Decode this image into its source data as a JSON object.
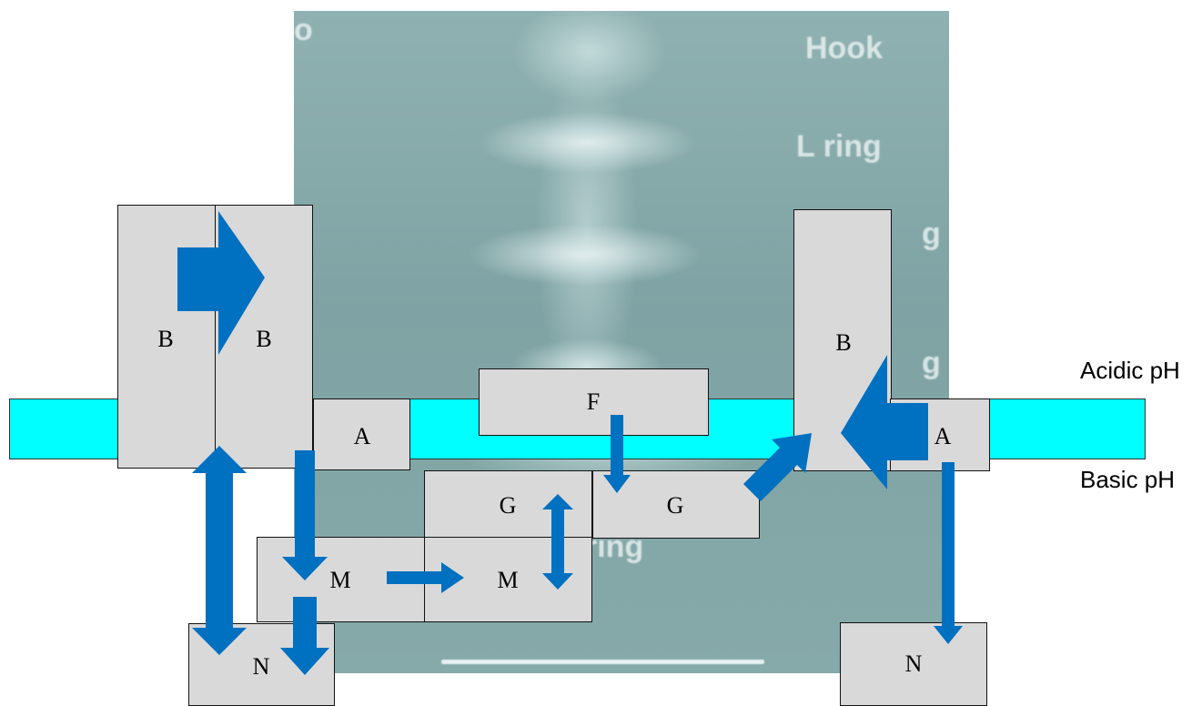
{
  "micrograph": {
    "labels": {
      "top": "Hook",
      "second": "L ring",
      "third": "g",
      "fourth": "g",
      "lower": "ring",
      "corner": "o"
    }
  },
  "side_labels": {
    "acidic": "Acidic pH",
    "basic": "Basic pH"
  },
  "boxes": {
    "b_left_1": "B",
    "b_left_2": "B",
    "a_left": "A",
    "f": "F",
    "g_left": "G",
    "g_right": "G",
    "m_left": "M",
    "m_right": "M",
    "n_left": "N",
    "b_right": "B",
    "a_right": "A",
    "n_right": "N"
  },
  "colors": {
    "membrane": "#00ffff",
    "box": "#d9d9d9",
    "arrow": "#0070c0"
  }
}
